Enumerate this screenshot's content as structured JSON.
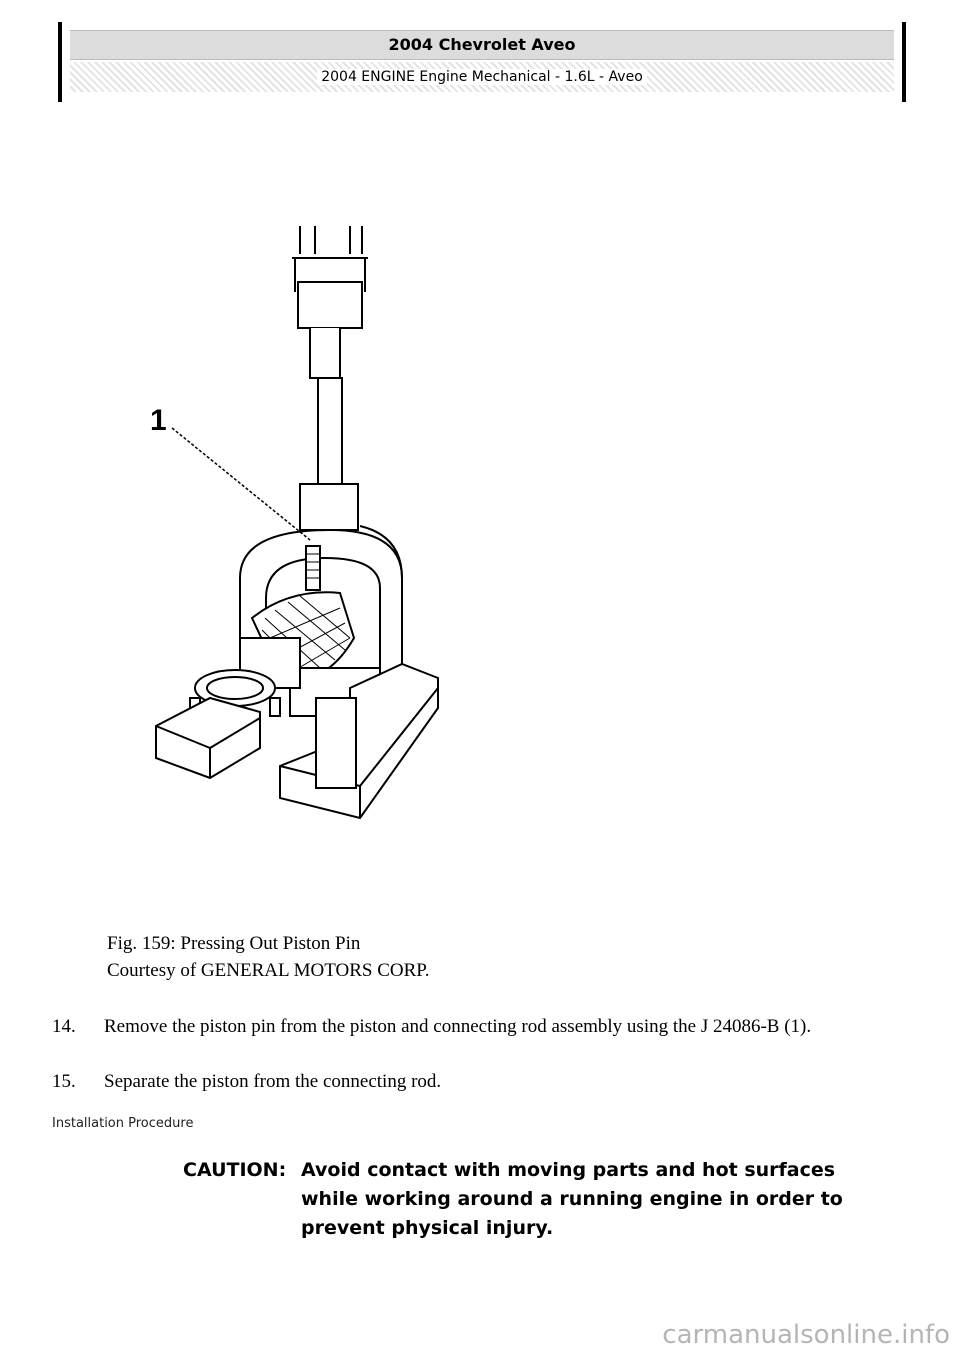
{
  "header": {
    "title": "2004 Chevrolet Aveo",
    "subtitle": "2004 ENGINE Engine Mechanical - 1.6L - Aveo"
  },
  "figure": {
    "callout": "1",
    "caption_title": "Fig. 159: Pressing Out Piston Pin",
    "caption_credit": "Courtesy of GENERAL MOTORS CORP."
  },
  "steps": [
    {
      "number": "14.",
      "text": "Remove the piston pin from the piston and connecting rod assembly using the J 24086-B (1)."
    },
    {
      "number": "15.",
      "text": "Separate the piston from the connecting rod."
    }
  ],
  "section_heading": "Installation Procedure",
  "caution": {
    "label": "CAUTION:",
    "text": "Avoid contact with moving parts and hot surfaces while working around a running engine in order to prevent physical injury."
  },
  "watermark": "carmanualsonline.info"
}
